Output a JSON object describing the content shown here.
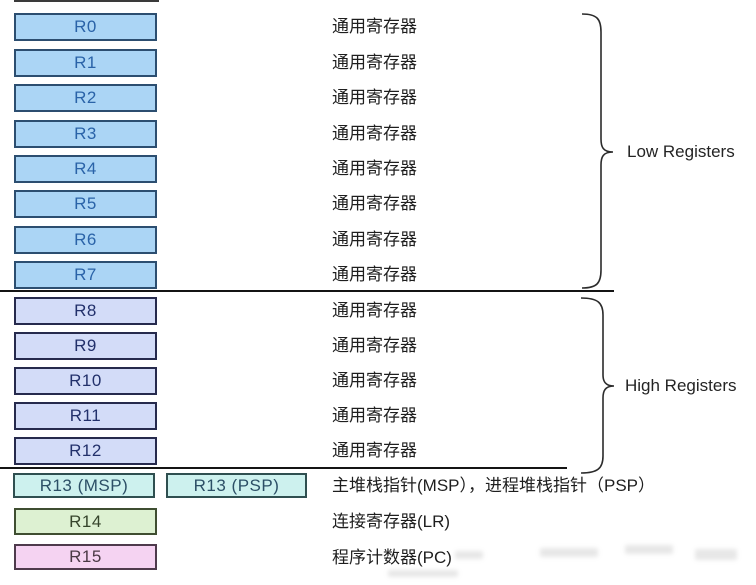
{
  "registers": {
    "rows": [
      {
        "reg": "R0",
        "desc": "通用寄存器"
      },
      {
        "reg": "R1",
        "desc": "通用寄存器"
      },
      {
        "reg": "R2",
        "desc": "通用寄存器"
      },
      {
        "reg": "R3",
        "desc": "通用寄存器"
      },
      {
        "reg": "R4",
        "desc": "通用寄存器"
      },
      {
        "reg": "R5",
        "desc": "通用寄存器"
      },
      {
        "reg": "R6",
        "desc": "通用寄存器"
      },
      {
        "reg": "R7",
        "desc": "通用寄存器"
      },
      {
        "reg": "R8",
        "desc": "通用寄存器"
      },
      {
        "reg": "R9",
        "desc": "通用寄存器"
      },
      {
        "reg": "R10",
        "desc": "通用寄存器"
      },
      {
        "reg": "R11",
        "desc": "通用寄存器"
      },
      {
        "reg": "R12",
        "desc": "通用寄存器"
      }
    ],
    "r13": {
      "msp": "R13 (MSP)",
      "psp": "R13 (PSP)",
      "desc": "主堆栈指针(MSP），进程堆栈指针（PSP）"
    },
    "r14": {
      "reg": "R14",
      "desc": "连接寄存器(LR)"
    },
    "r15": {
      "reg": "R15",
      "desc": "程序计数器(PC)"
    }
  },
  "groups": {
    "low": "Low Registers",
    "high": "High Registers"
  },
  "colors": {
    "low_registers_fill": "#abd5f5",
    "low_registers_text": "#2a63a8",
    "high_registers_fill": "#d3dcf8",
    "high_registers_text": "#22306b",
    "stack_pointer_fill": "#cdf1ee",
    "link_register_fill": "#ddf1d2",
    "program_counter_fill": "#f5d3f2",
    "divider_line": "#141414"
  }
}
